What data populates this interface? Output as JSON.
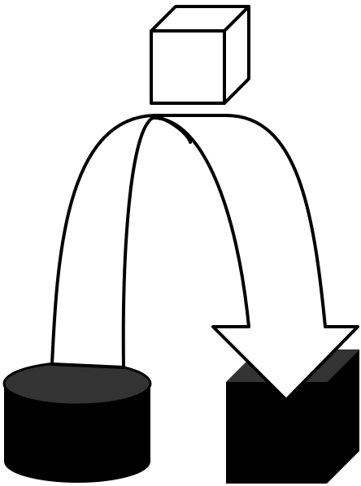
{
  "diagram": {
    "nodes": [
      {
        "id": "source-cube",
        "kind": "cube",
        "style": "outline",
        "stroke": "#000000",
        "fill": "#ffffff"
      },
      {
        "id": "database-cylinder",
        "kind": "cylinder",
        "style": "filled",
        "fill": "#000000",
        "top_fill": "#333333"
      },
      {
        "id": "destination-cube",
        "kind": "cube",
        "style": "filled",
        "fill": "#000000",
        "top_fill": "#333333"
      }
    ],
    "arrow": {
      "kind": "curved-arch-arrow",
      "from": "database-cylinder",
      "to": "destination-cube",
      "passes_under": "source-cube",
      "stroke": "#000000",
      "fill": "#ffffff"
    }
  }
}
